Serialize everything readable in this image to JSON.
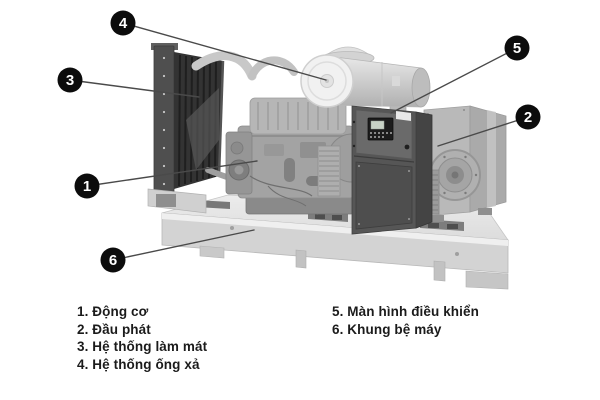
{
  "figure": {
    "kind": "labeled-parts-diagram",
    "colors": {
      "background": "#ffffff",
      "callout_fill": "#0c0c0c",
      "callout_text": "#ffffff",
      "callout_line": "#4a4a4a",
      "legend_text": "#1b1b1b",
      "radiator_dark": "#333333",
      "cabinet_gray": "#565656",
      "machine_gray": "#a3a3a3",
      "skid_gray": "#d3d3d3"
    },
    "parts": [
      {
        "number": "1",
        "label": "Động cơ",
        "legend_text": "1. Động cơ"
      },
      {
        "number": "2",
        "label": "Đầu phát",
        "legend_text": "2. Đầu phát"
      },
      {
        "number": "3",
        "label": "Hệ thống làm mát",
        "legend_text": "3. Hệ thống làm mát"
      },
      {
        "number": "4",
        "label": "Hệ thống ống xả",
        "legend_text": "4. Hệ thống ống xả"
      },
      {
        "number": "5",
        "label": "Màn hình điều khiển",
        "legend_text": "5. Màn hình điều khiển"
      },
      {
        "number": "6",
        "label": "Khung bệ máy",
        "legend_text": "6. Khung bệ máy"
      }
    ]
  }
}
